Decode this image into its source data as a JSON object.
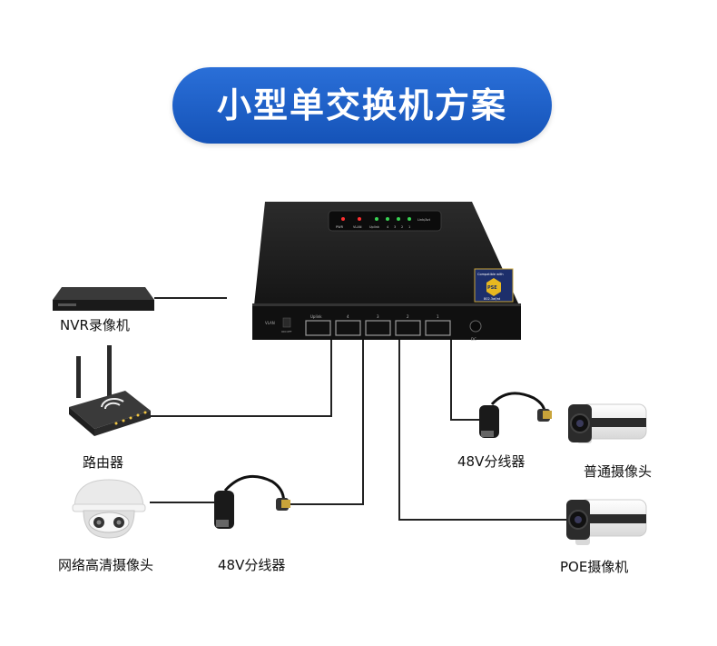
{
  "title": "小型单交换机方案",
  "switch": {
    "led_labels": [
      "PWR",
      "VLAN",
      "Uplink",
      "4",
      "3",
      "2",
      "1",
      "Link/Act"
    ],
    "port_labels": [
      "Uplink",
      "4",
      "3",
      "2",
      "1"
    ],
    "vlan_label": "VLAN",
    "onoff_label": "ON  OFF",
    "dc_label": "DC",
    "badge_top": "Compatible with",
    "badge_mid": "PSE",
    "badge_bottom": "802.3af/at"
  },
  "devices": {
    "nvr": "NVR录像机",
    "router": "路由器",
    "dome_camera": "网络高清摄像头",
    "splitter_left": "48V分线器",
    "splitter_right": "48V分线器",
    "normal_camera": "普通摄像头",
    "poe_camera": "POE摄像机"
  },
  "colors": {
    "title_bg": "#1f63cc",
    "cable": "#222222",
    "switch_body": "#1b1b1b"
  }
}
